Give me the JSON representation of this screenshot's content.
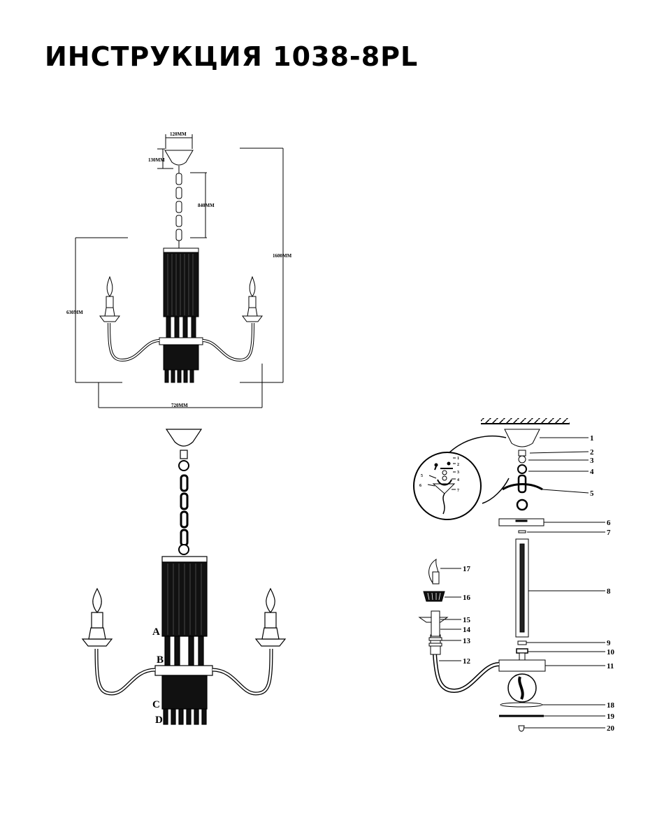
{
  "title": "ИНСТРУКЦИЯ 1038-8PL",
  "dimensions": {
    "canopy_width": "120MM",
    "canopy_height": "130MM",
    "chain_length": "840MM",
    "total_height": "1600MM",
    "body_height": "630MM",
    "diameter": "720MM"
  },
  "section_labels": [
    "A",
    "B",
    "C",
    "D"
  ],
  "parts": [
    "1",
    "2",
    "3",
    "4",
    "5",
    "6",
    "7",
    "8",
    "9",
    "10",
    "11",
    "12",
    "13",
    "14",
    "15",
    "16",
    "17",
    "18",
    "19",
    "20"
  ],
  "inset_parts": [
    "1",
    "2",
    "3",
    "4",
    "5",
    "6",
    "7"
  ]
}
